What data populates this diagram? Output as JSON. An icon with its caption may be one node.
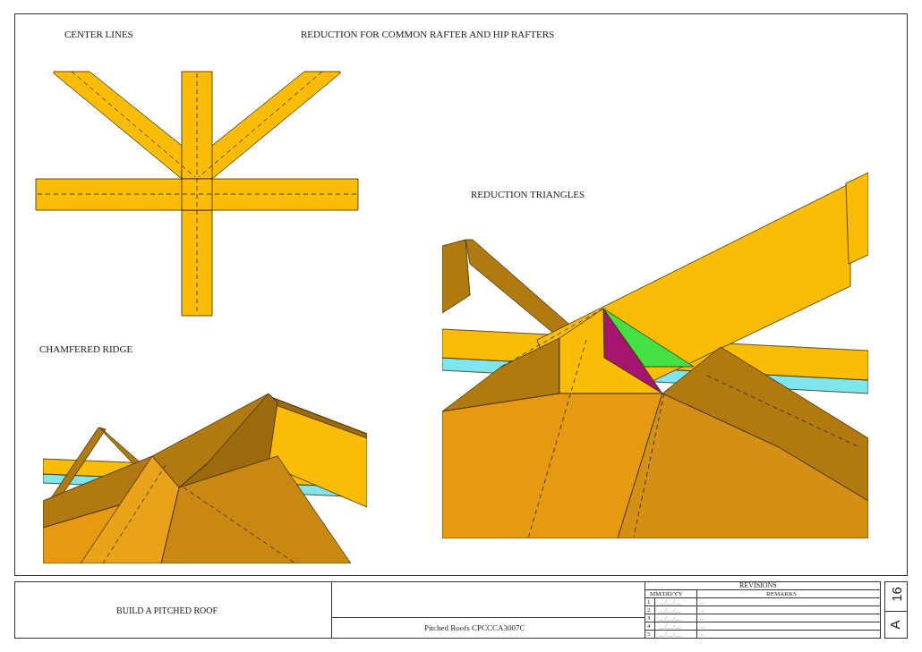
{
  "diagram": {
    "labels": [
      "CENTER LINES",
      "REDUCTION FOR COMMON RAFTER AND HIP RAFTERS",
      "REDUCTION TRIANGLES",
      "CHAMFERED RIDGE",
      "BUILD A PITCHED ROOF",
      "Pitched Roofs CPCCCA3007C",
      "REVISIONS",
      "MM/DD/YY",
      "REMARKS",
      "1",
      "__/__/__",
      "...",
      "2",
      "__/__/__",
      "...",
      "3",
      "__/__/__",
      "...",
      "4",
      "__/__/__",
      "...",
      "5",
      "__/__/__",
      "...",
      "16",
      "A"
    ]
  }
}
